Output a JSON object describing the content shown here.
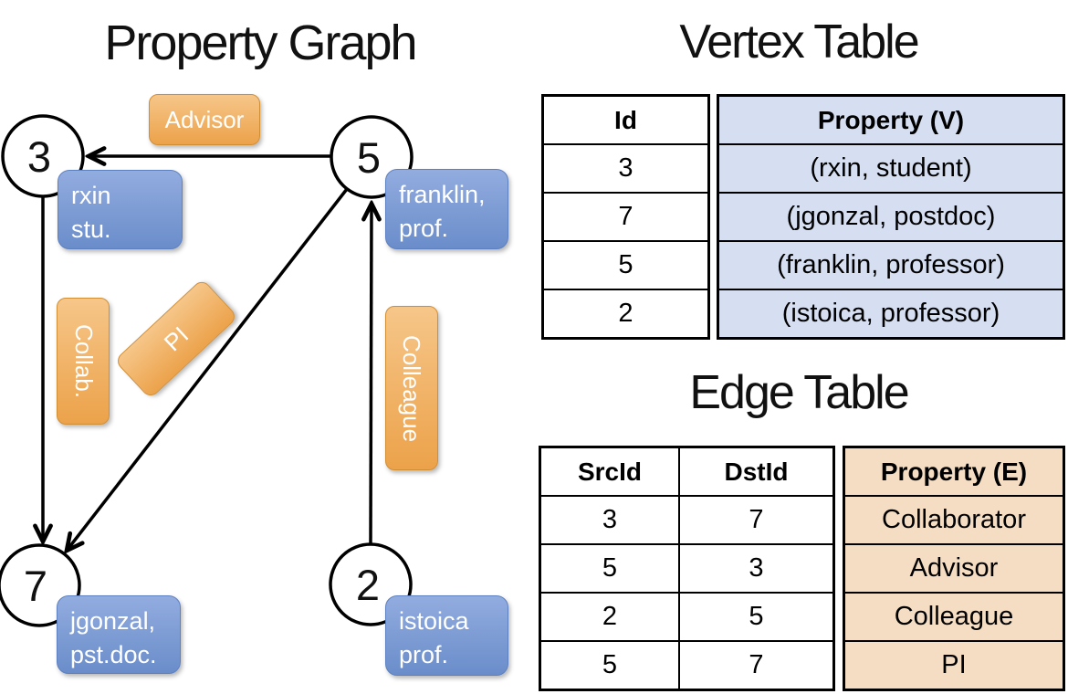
{
  "titles": {
    "graph": "Property Graph",
    "vertex_table": "Vertex Table",
    "edge_table": "Edge Table"
  },
  "graph": {
    "nodes": [
      {
        "id": "3",
        "property": {
          "lines": [
            "rxin",
            "stu."
          ]
        }
      },
      {
        "id": "5",
        "property": {
          "lines": [
            "franklin,",
            "prof."
          ]
        }
      },
      {
        "id": "7",
        "property": {
          "lines": [
            "jgonzal,",
            "pst.doc."
          ]
        }
      },
      {
        "id": "2",
        "property": {
          "lines": [
            "istoica",
            "prof."
          ]
        }
      }
    ],
    "edges": [
      {
        "label": "Advisor",
        "from": "5",
        "to": "3"
      },
      {
        "label": "Collab.",
        "from": "3",
        "to": "7"
      },
      {
        "label": "PI",
        "from": "5",
        "to": "7"
      },
      {
        "label": "Colleague",
        "from": "2",
        "to": "5"
      }
    ]
  },
  "vertex_table": {
    "columns": [
      "Id",
      "Property (V)"
    ],
    "rows": [
      [
        "3",
        "(rxin, student)"
      ],
      [
        "7",
        "(jgonzal, postdoc)"
      ],
      [
        "5",
        "(franklin, professor)"
      ],
      [
        "2",
        "(istoica, professor)"
      ]
    ]
  },
  "edge_table": {
    "columns": [
      "SrcId",
      "DstId",
      "Property (E)"
    ],
    "rows": [
      [
        "3",
        "7",
        "Collaborator"
      ],
      [
        "5",
        "3",
        "Advisor"
      ],
      [
        "2",
        "5",
        "Colleague"
      ],
      [
        "5",
        "7",
        "PI"
      ]
    ]
  },
  "colors": {
    "edge_label_orange": "#eca24a",
    "property_box_blue": "#7494d0",
    "vertex_property_fill": "#d6dff2",
    "edge_property_fill": "#f4ddc2",
    "line_black": "#000000"
  }
}
